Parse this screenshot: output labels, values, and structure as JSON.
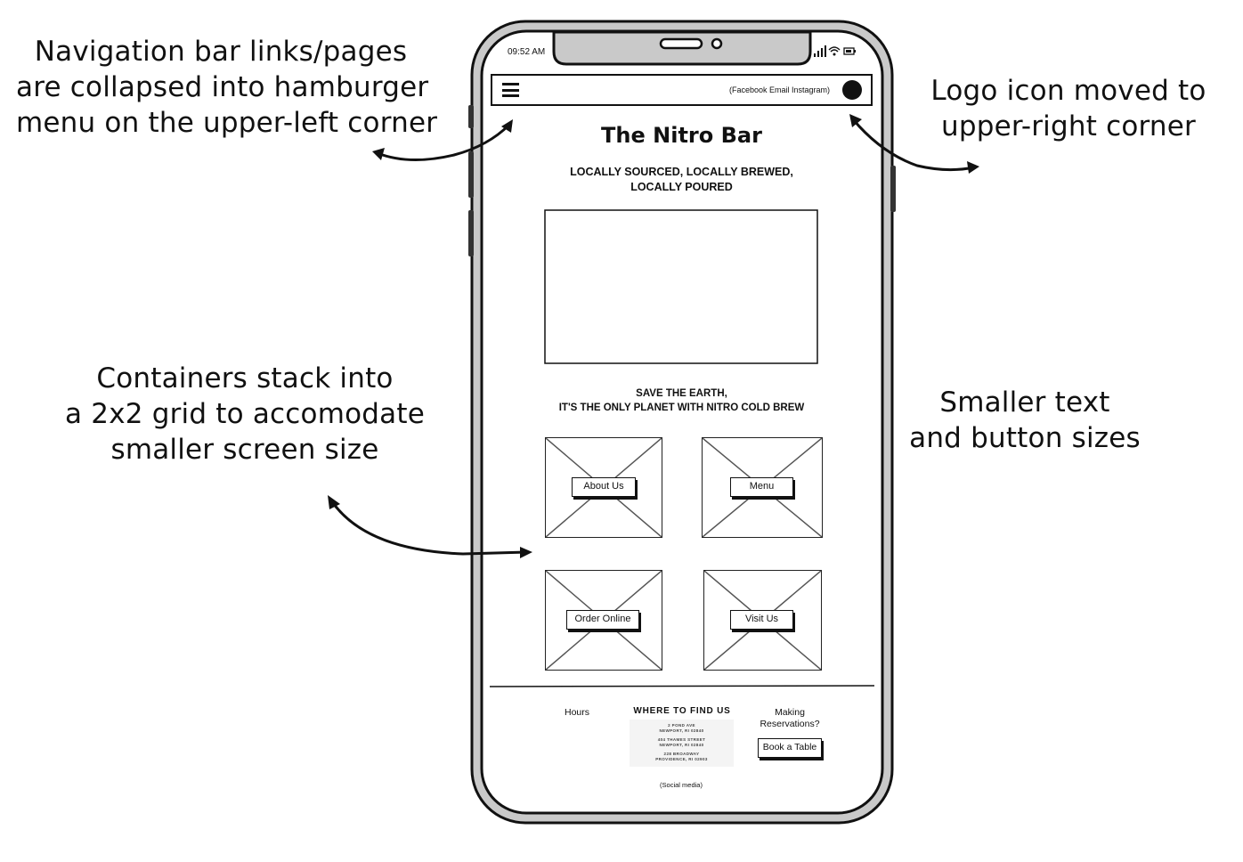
{
  "annotations": {
    "nav_lines": [
      "Navigation bar links/pages",
      "are collapsed into hamburger",
      "menu on the upper-left corner"
    ],
    "logo_lines": [
      "Logo icon moved to",
      "upper-right corner"
    ],
    "grid_lines": [
      "Containers stack into",
      "a 2x2 grid to accomodate",
      "smaller screen size"
    ],
    "text_lines": [
      "Smaller text",
      "and button sizes"
    ]
  },
  "phone": {
    "status_time": "09:52 AM",
    "nav": {
      "menu_icon": "hamburger-icon",
      "social_links": "(Facebook  Email  Instagram)"
    },
    "title": "The Nitro Bar",
    "tagline_lines": [
      "LOCALLY SOURCED, LOCALLY BREWED,",
      "LOCALLY POURED"
    ],
    "slogan_lines": [
      "SAVE THE EARTH,",
      "IT'S THE ONLY PLANET WITH NITRO COLD BREW"
    ],
    "cards": [
      {
        "label": "About Us"
      },
      {
        "label": "Menu"
      },
      {
        "label": "Order Online"
      },
      {
        "label": "Visit Us"
      }
    ],
    "footer": {
      "hours": "Hours",
      "find_us_title": "WHERE TO FIND US",
      "addresses": [
        [
          "2 POND AVE",
          "NEWPORT, RI 02840"
        ],
        [
          "404 THAMES STREET",
          "NEWPORT, RI 02840"
        ],
        [
          "228 BROADWAY",
          "PROVIDENCE, RI 02903"
        ]
      ],
      "reservations_lines": [
        "Making",
        "Reservations?"
      ],
      "book_button": "Book a Table",
      "social": "(Social media)"
    }
  }
}
